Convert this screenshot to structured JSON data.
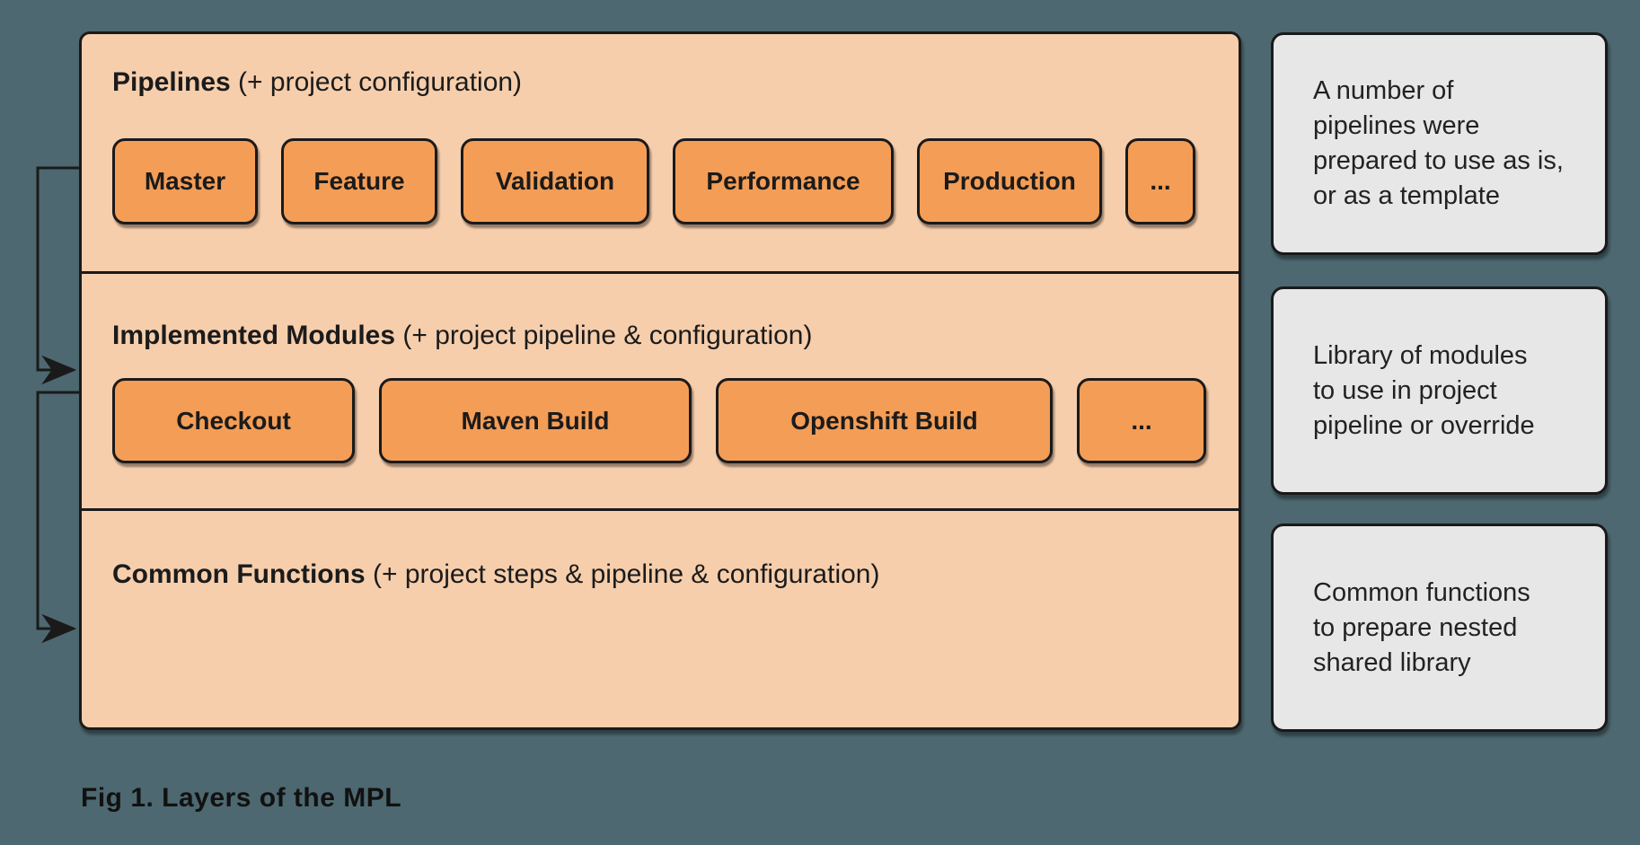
{
  "figure": {
    "caption": "Fig 1. Layers of the MPL"
  },
  "colors": {
    "canvas-bg": "#4d6870",
    "panel-bg": "#f6ceac",
    "node-bg": "#f49d56",
    "stroke": "#1a1a1a",
    "note-bg": "#e7e7e7",
    "text": "#1b1b1b"
  },
  "panel": {
    "sections": [
      {
        "title": "Pipelines",
        "subtitle": " (+ project configuration)",
        "nodes": [
          {
            "label": "Master"
          },
          {
            "label": "Feature"
          },
          {
            "label": "Validation"
          },
          {
            "label": "Performance"
          },
          {
            "label": "Production"
          },
          {
            "label": "..."
          }
        ]
      },
      {
        "title": "Implemented Modules",
        "subtitle": " (+ project pipeline & configuration)",
        "nodes": [
          {
            "label": "Checkout"
          },
          {
            "label": "Maven Build"
          },
          {
            "label": "Openshift Build"
          },
          {
            "label": "..."
          }
        ]
      },
      {
        "title": "Common Functions",
        "subtitle": " (+ project steps & pipeline & configuration)",
        "nodes": []
      }
    ]
  },
  "notes": [
    {
      "lines": [
        "A number of",
        "pipelines were",
        "prepared to use as is,",
        "or as a template"
      ]
    },
    {
      "lines": [
        "Library of modules",
        "to use in project",
        "pipeline or override"
      ]
    },
    {
      "lines": [
        "Common functions",
        "to prepare nested",
        "shared library"
      ]
    }
  ]
}
